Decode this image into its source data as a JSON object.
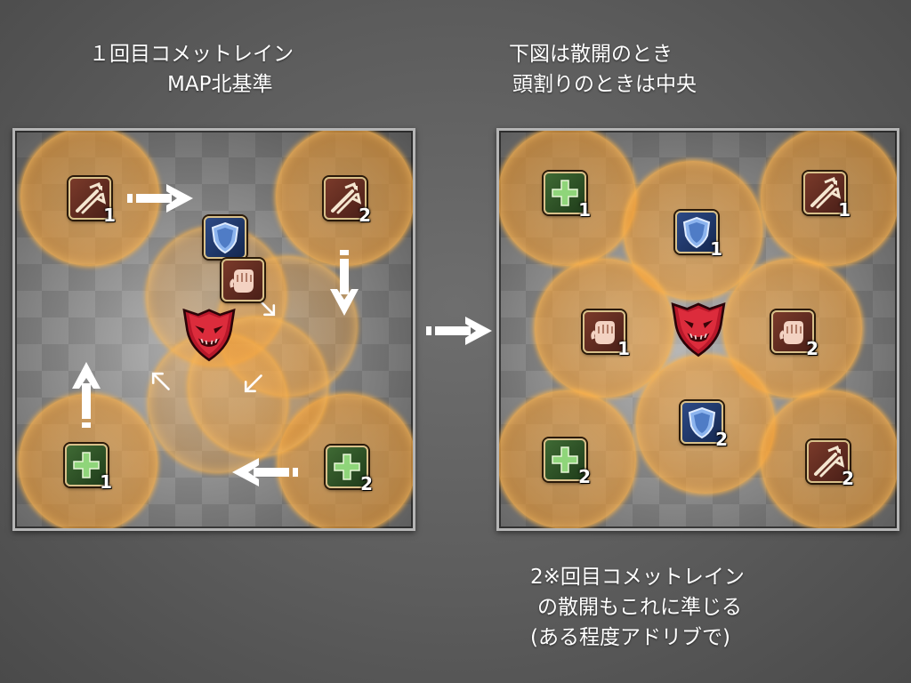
{
  "left_caption": {
    "line1": "１回目コメットレイン",
    "line2": "MAP北基準"
  },
  "right_caption": {
    "line1": "下図は散開のとき",
    "line2": "頭割りのときは中央"
  },
  "bottom_caption": {
    "line1": "2※回目コメットレイン",
    "line2": "の散開もこれに準じる",
    "line3": "(ある程度アドリブで)"
  },
  "colors": {
    "aoe": "#f5a040",
    "ranged": "#5a2a20",
    "healer": "#2e5226",
    "tank": "#203a70",
    "boss": "#a01824"
  },
  "left_board": {
    "markers": [
      {
        "role": "ranged-icon",
        "num": "1"
      },
      {
        "role": "ranged-icon",
        "num": "2"
      },
      {
        "role": "healer-icon",
        "num": "1"
      },
      {
        "role": "healer-icon",
        "num": "2"
      },
      {
        "role": "tank-icon",
        "num": ""
      },
      {
        "role": "melee-icon",
        "num": ""
      }
    ]
  },
  "right_board": {
    "markers": [
      {
        "role": "healer-icon",
        "num": "1"
      },
      {
        "role": "tank-icon",
        "num": "1"
      },
      {
        "role": "ranged-icon",
        "num": "1"
      },
      {
        "role": "melee-icon",
        "num": "1"
      },
      {
        "role": "melee-icon",
        "num": "2"
      },
      {
        "role": "healer-icon",
        "num": "2"
      },
      {
        "role": "tank-icon",
        "num": "2"
      },
      {
        "role": "ranged-icon",
        "num": "2"
      }
    ]
  }
}
